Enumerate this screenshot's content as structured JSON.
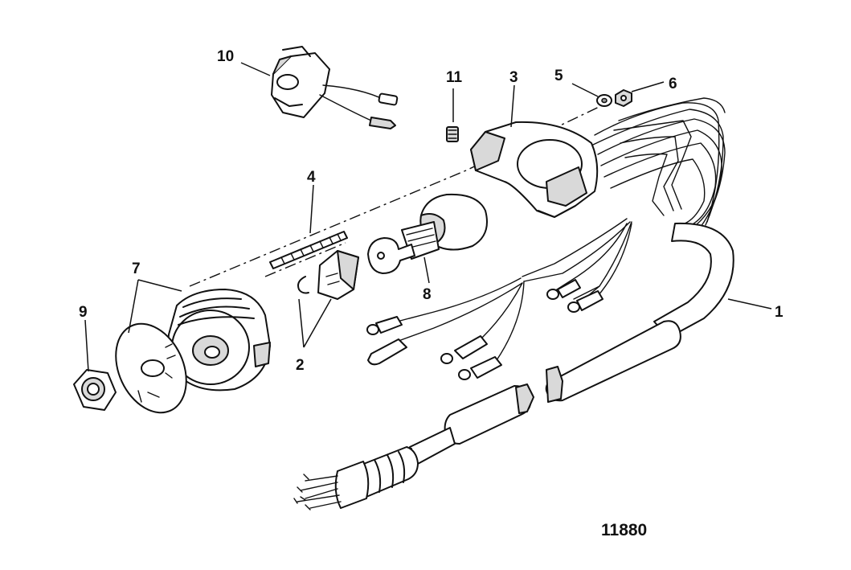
{
  "figure_number": "11880",
  "callouts": {
    "c1": "1",
    "c2": "2",
    "c3": "3",
    "c4": "4",
    "c5": "5",
    "c6": "6",
    "c7": "7",
    "c8": "8",
    "c9": "9",
    "c10": "10",
    "c11": "11"
  }
}
